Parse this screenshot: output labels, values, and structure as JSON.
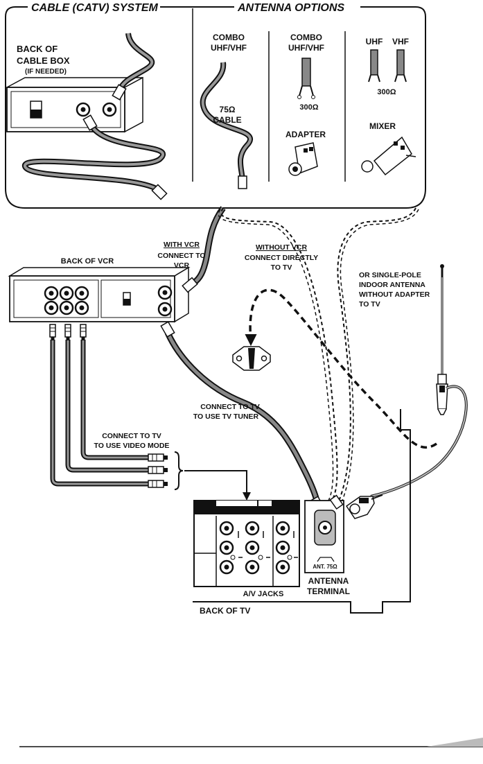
{
  "headers": {
    "cable_system": "CABLE (CATV) SYSTEM",
    "antenna_options": "ANTENNA OPTIONS"
  },
  "cable_box": {
    "line1": "BACK OF",
    "line2": "CABLE BOX",
    "line3": "(IF NEEDED)"
  },
  "antenna_options": {
    "combo_75_line1": "COMBO",
    "combo_75_line2": "UHF/VHF",
    "combo_75_ohm": "75Ω",
    "combo_75_cable": "CABLE",
    "combo_300_line1": "COMBO",
    "combo_300_line2": "UHF/VHF",
    "combo_300_ohm": "300Ω",
    "adapter": "ADAPTER",
    "uhf": "UHF",
    "vhf": "VHF",
    "separate_ohm": "300Ω",
    "mixer": "MIXER"
  },
  "vcr": {
    "back_of_vcr": "BACK OF VCR",
    "with_vcr": "WITH VCR",
    "connect_to": "CONNECT TO",
    "vcr": "VCR",
    "without_vcr": "WITHOUT VCR",
    "connect_directly": "CONNECT DIRECTLY",
    "to_tv": "TO TV"
  },
  "single_pole": {
    "line1": "OR SINGLE-POLE",
    "line2": "INDOOR ANTENNA",
    "line3": "WITHOUT ADAPTER",
    "line4": "TO TV"
  },
  "connections": {
    "tuner_line1": "CONNECT TO TV",
    "tuner_line2": "TO USE TV TUNER",
    "video_line1": "CONNECT TO TV",
    "video_line2": "TO USE VIDEO MODE"
  },
  "tv": {
    "ant_label": "ANT. 75Ω",
    "antenna_line1": "ANTENNA",
    "antenna_line2": "TERMINAL",
    "av_jacks": "A/V JACKS",
    "back_of_tv": "BACK OF TV"
  }
}
